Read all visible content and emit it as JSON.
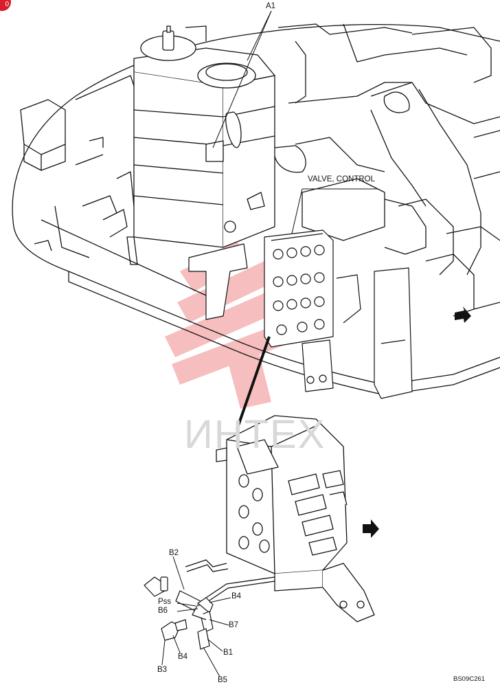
{
  "badge": "0",
  "callouts": {
    "a1": "A1",
    "valve_control": "VALVE, CONTROL",
    "b1": "B1",
    "b2": "B2",
    "b3": "B3",
    "b4_upper": "B4",
    "b4_lower": "B4",
    "b5": "B5",
    "b6": "B6",
    "b7": "B7",
    "pss": "Pss"
  },
  "watermark": "ИНТЕХ",
  "drawing_ref": "BS09C261",
  "colors": {
    "line": "#111111",
    "watermark_logo": "#f4a9a9",
    "watermark_text": "#d8d8d8",
    "badge": "#d81e2a"
  }
}
